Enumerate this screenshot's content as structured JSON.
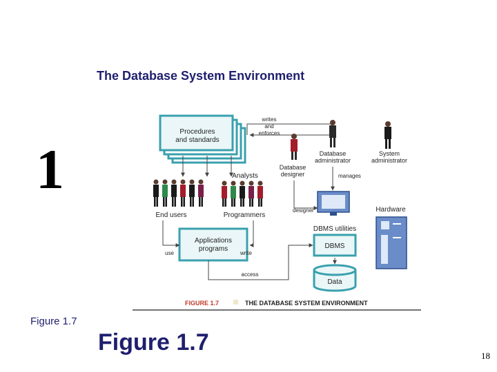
{
  "slide": {
    "title": "The Database System Environment",
    "chapter_number": "1",
    "figure_label_small": "Figure 1.7",
    "figure_label_large": "Figure 1.7",
    "page_number": "18"
  },
  "figure": {
    "procedures_line1": "Procedures",
    "procedures_line2": "and standards",
    "writes": "writes",
    "and": "and",
    "enforces": "enforces",
    "db_admin_line1": "Database",
    "db_admin_line2": "administrator",
    "sys_admin_line1": "System",
    "sys_admin_line2": "administrator",
    "db_designer_line1": "Database",
    "db_designer_line2": "designer",
    "analysts": "Analysts",
    "manages": "manages",
    "end_users": "End users",
    "programmers": "Programmers",
    "designer": "designer",
    "hardware": "Hardware",
    "dbms_utilities": "DBMS utilities",
    "dbms": "DBMS",
    "applications_line1": "Applications",
    "applications_line2": "programs",
    "use": "use",
    "write": "write",
    "access": "access",
    "data": "Data",
    "caption_number": "FIGURE 1.7",
    "caption_text": "THE DATABASE SYSTEM ENVIRONMENT"
  },
  "colors": {
    "teal_box": "#3aa0ad",
    "box_fill": "#eaf6f7",
    "title_blue": "#1f1f6e",
    "hardware_blue": "#6a8cc9",
    "caption_red": "#c0392b"
  }
}
